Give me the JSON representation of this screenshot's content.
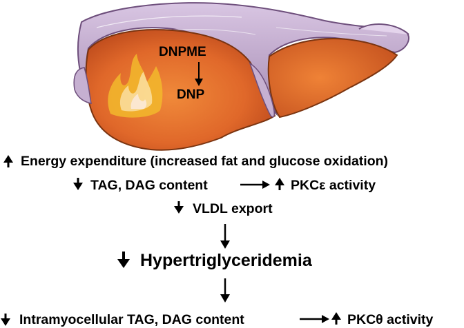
{
  "liver": {
    "compound_top": "DNPME",
    "compound_bottom": "DNP"
  },
  "effects": {
    "line1": "Energy expenditure (increased fat and glucose oxidation)",
    "line2_left": "TAG, DAG content",
    "line2_right": "PKCε activity",
    "line3": "VLDL export",
    "line4": "Hypertriglyceridemia",
    "line5_left": "Intramyocellular TAG, DAG content",
    "line5_right": "PKCθ activity"
  },
  "colors": {
    "liver_fill": "#e0682a",
    "liver_dark": "#b8461a",
    "capsule": "#cdb7d8",
    "capsule_dark": "#7a5a86",
    "flame_outer": "#f3b92c",
    "flame_inner": "#fde9a0",
    "text": "#000000"
  },
  "icons": [
    "up-arrow-icon",
    "down-arrow-icon",
    "right-arrow-icon",
    "flame-icon"
  ]
}
